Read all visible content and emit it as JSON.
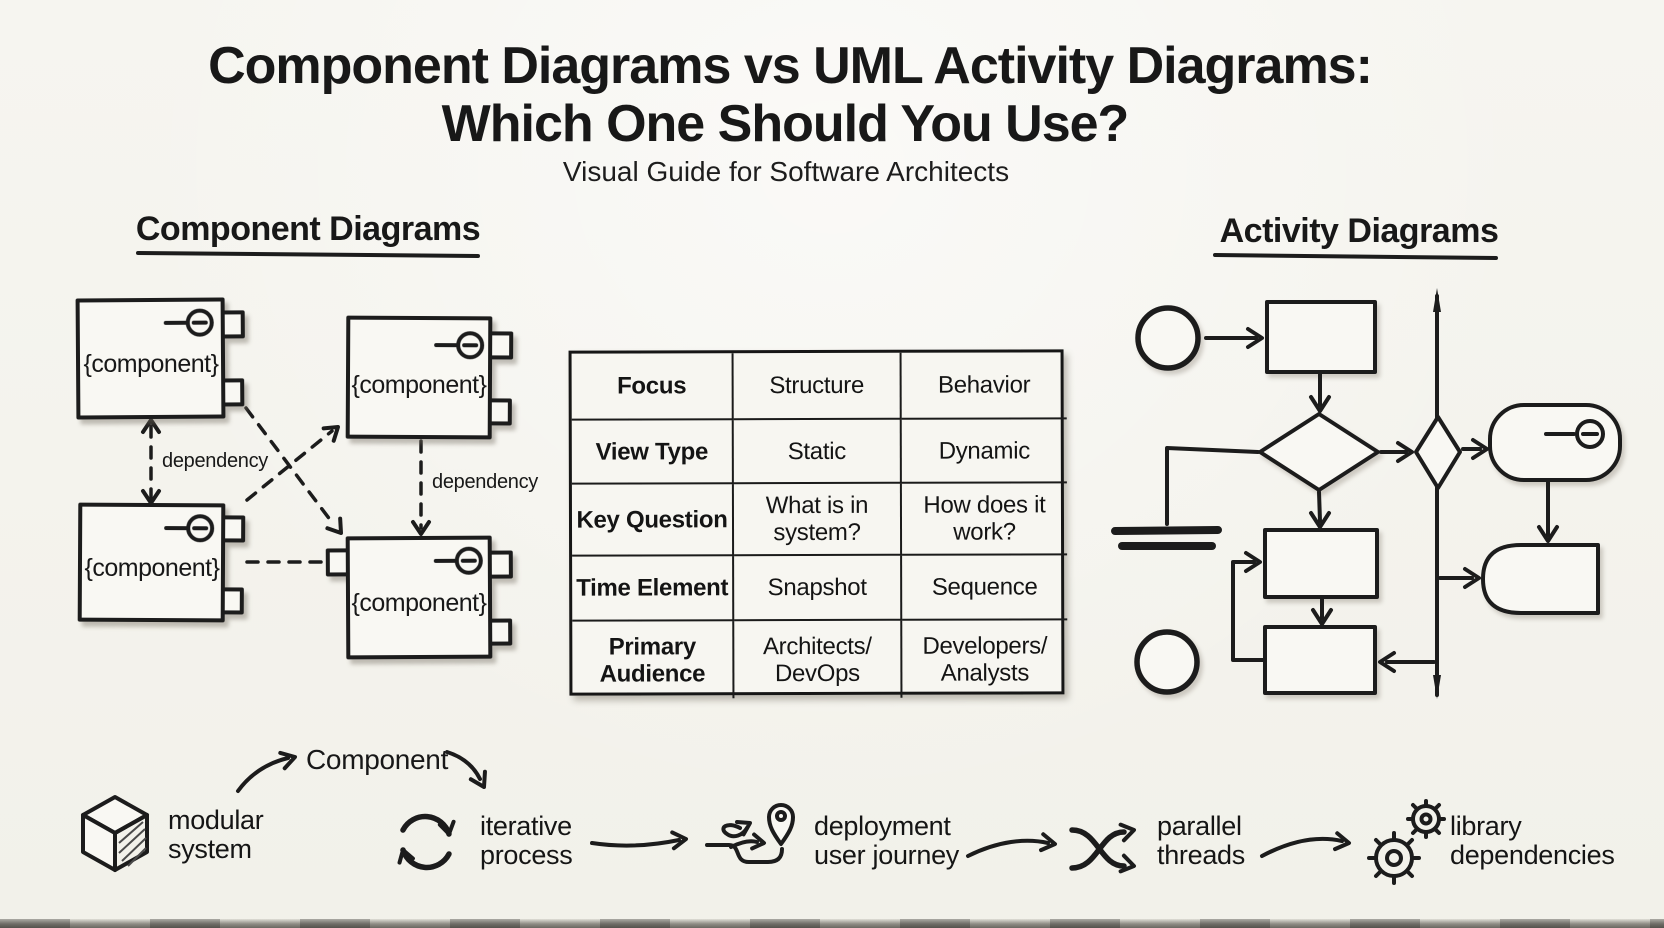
{
  "header": {
    "title_line1": "Component Diagrams vs UML Activity Diagrams:",
    "title_line2": "Which One Should You Use?",
    "subtitle": "Visual Guide for Software Architects"
  },
  "left_section": {
    "heading": "Component Diagrams",
    "component_label": "{component}",
    "dependency_label_1": "dependency",
    "dependency_label_2": "dependency"
  },
  "right_section": {
    "heading": "Activity Diagrams"
  },
  "comparison_table": {
    "rows": [
      {
        "label": "Focus",
        "left": "Structure",
        "right": "Behavior"
      },
      {
        "label": "View Type",
        "left": "Static",
        "right": "Dynamic"
      },
      {
        "label": "Key Question",
        "left": "What is in\nsystem?",
        "right": "How does it\nwork?"
      },
      {
        "label": "Time Element",
        "left": "Snapshot",
        "right": "Sequence"
      },
      {
        "label": "Primary\nAudience",
        "left": "Architects/\nDevOps",
        "right": "Developers/\nAnalysts"
      }
    ]
  },
  "legend": {
    "component_annotation": "Component",
    "items": [
      {
        "icon": "cube-icon",
        "label": "modular\nsystem"
      },
      {
        "icon": "cycle-icon",
        "label": "iterative\nprocess"
      },
      {
        "icon": "journey-icon",
        "label": "deployment\nuser journey"
      },
      {
        "icon": "shuffle-icon",
        "label": "parallel\nthreads"
      },
      {
        "icon": "gears-icon",
        "label": "library\ndependencies"
      }
    ]
  },
  "colors": {
    "ink": "#1c1c1c",
    "paper": "#f5f3ee"
  }
}
